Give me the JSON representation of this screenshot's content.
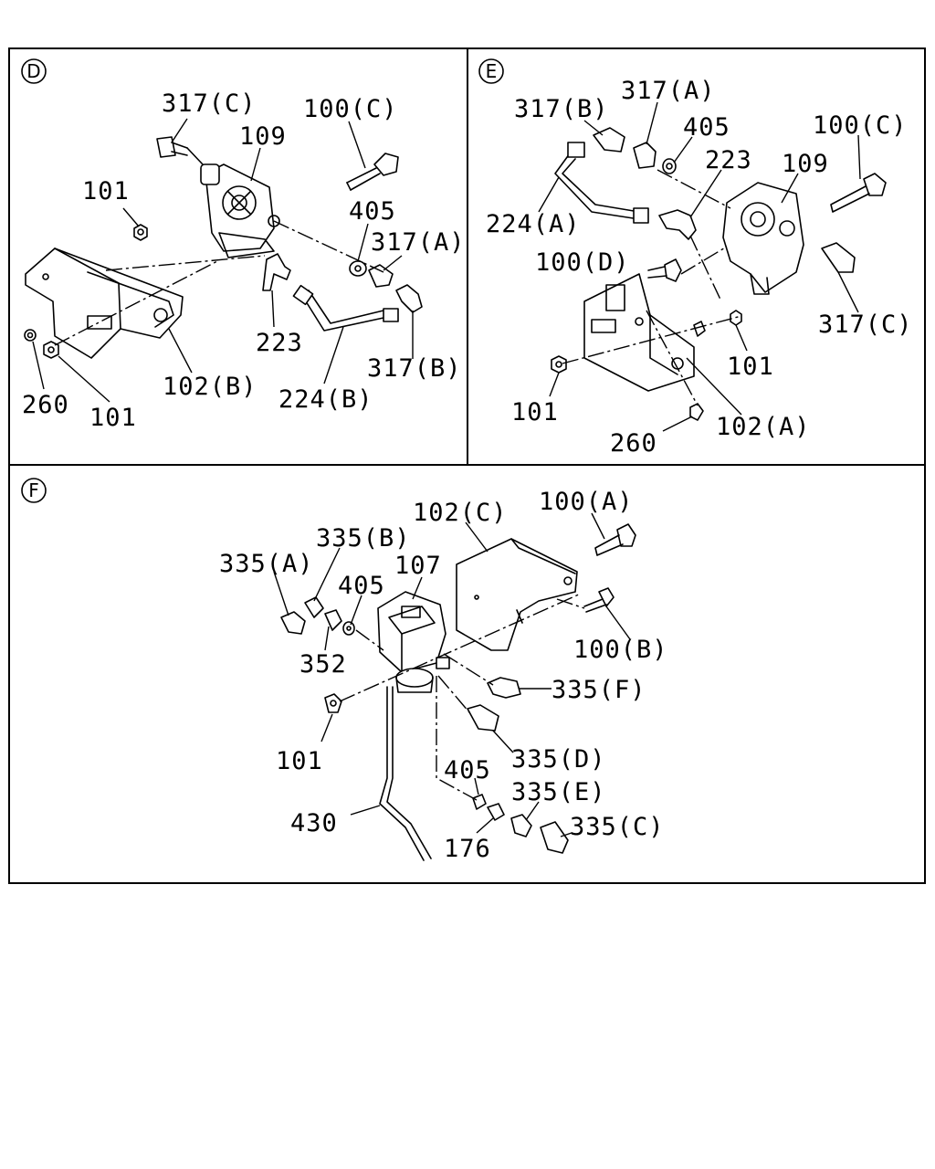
{
  "panels": {
    "D": {
      "letter": "D",
      "labels": {
        "317C": "317(C)",
        "109": "109",
        "100C": "100(C)",
        "101_top": "101",
        "405": "405",
        "317A": "317(A)",
        "223": "223",
        "317B": "317(B)",
        "102B": "102(B)",
        "224B": "224(B)",
        "260": "260",
        "101_bottom": "101"
      }
    },
    "E": {
      "letter": "E",
      "labels": {
        "317B": "317(B)",
        "317A": "317(A)",
        "405": "405",
        "223": "223",
        "109": "109",
        "100C": "100(C)",
        "224A": "224(A)",
        "100D": "100(D)",
        "317C": "317(C)",
        "101_right": "101",
        "101_left": "101",
        "102A": "102(A)",
        "260": "260"
      }
    },
    "F": {
      "letter": "F",
      "labels": {
        "102C": "102(C)",
        "100A": "100(A)",
        "335B": "335(B)",
        "335A": "335(A)",
        "107": "107",
        "405_top": "405",
        "352": "352",
        "100B": "100(B)",
        "335F": "335(F)",
        "101": "101",
        "335D": "335(D)",
        "405_bottom": "405",
        "335E": "335(E)",
        "430": "430",
        "335C": "335(C)",
        "176": "176"
      }
    }
  }
}
